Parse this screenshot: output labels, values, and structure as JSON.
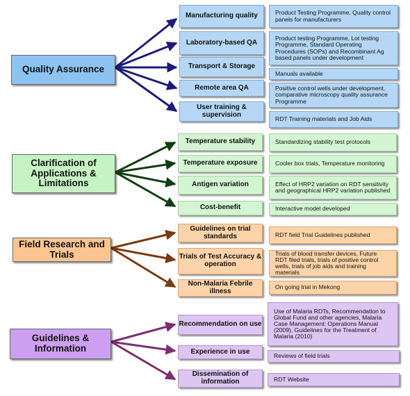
{
  "groups": [
    {
      "title": "Quality Assurance",
      "color": "#8cc3f1",
      "arrow_color": "#1e1a78",
      "items": [
        {
          "label": "Manufacturing quality",
          "detail": "Product Testing Programme, Quality control panels for manufacturers"
        },
        {
          "label": "Laboratory-based QA",
          "detail": "Product testing Programme, Lot testing Programme, Standard Operating Procedures (SOPs) and Recombinant Ag based panels under development"
        },
        {
          "label": "Transport & Storage",
          "detail": "Manuals available"
        },
        {
          "label": "Remote area QA",
          "detail": "Positive control wells under development, comparative microscopy quality assurance Programme"
        },
        {
          "label": "User training & supervision",
          "detail": "RDT Training materials and Job Aids"
        }
      ]
    },
    {
      "title": "Clarification of Applications & Limitations",
      "color": "#c6f3c3",
      "arrow_color": "#123d12",
      "items": [
        {
          "label": "Temperature stability",
          "detail": "Standardizing stability test protocols"
        },
        {
          "label": "Temperature exposure",
          "detail": "Cooler box trials, Temperature monitoring"
        },
        {
          "label": "Antigen variation",
          "detail": "Effect of HRP2 variation on RDT sensitivity and geographical HRP2 variation published"
        },
        {
          "label": "Cost-benefit",
          "detail": "Interactive model developed"
        }
      ]
    },
    {
      "title": "Field Research and Trials",
      "color": "#fbc491",
      "arrow_color": "#7a3a12",
      "items": [
        {
          "label": "Guidelines on trial standards",
          "detail": "RDT field Trial Guidelines published"
        },
        {
          "label": "Trials of Test Accuracy & operation",
          "detail": "Trials of blood transfer devices, Future RDT filed trials, trials of positive control wells, trials of job aids and training materials"
        },
        {
          "label": "Non-Malaria Febrile illness",
          "detail": "On going trial in Mekong"
        }
      ]
    },
    {
      "title": "Guidelines & Information",
      "color": "#cc9ff0",
      "arrow_color": "#7b2f6e",
      "items": [
        {
          "label": "Recommendation on use",
          "detail": "Use of Malaria RDTs, Recommendation to Global Fund and other agencies, Malaria Case Management: Operations Manual (2009), Guidelines for the Treatment of Malaria (2010)"
        },
        {
          "label": "Experience in use",
          "detail": "Reviews of field trials"
        },
        {
          "label": "Dissemination of information",
          "detail": "RDT Website"
        }
      ]
    }
  ]
}
